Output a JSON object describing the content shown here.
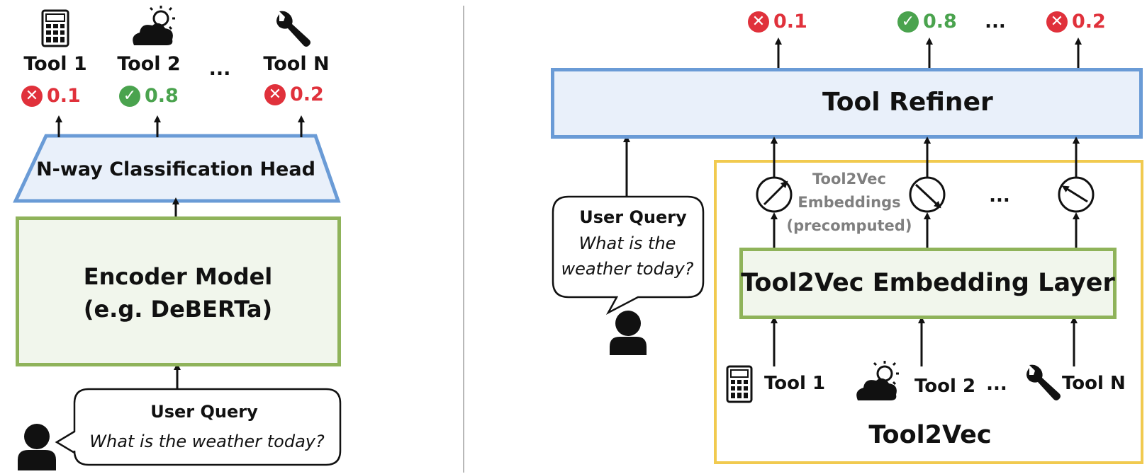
{
  "colors": {
    "red": "#e0313b",
    "green": "#4aa34e",
    "blue_border": "#6a9bd6",
    "blue_fill": "#e9f0fa",
    "green_border": "#8fb35a",
    "green_fill": "#f1f6ec",
    "yellow_border": "#f1ca4f",
    "gray_text": "#7f7f7f"
  },
  "left": {
    "tools": [
      {
        "label": "Tool 1",
        "icon": "calculator-icon",
        "score": "0.1",
        "status": "rejected"
      },
      {
        "label": "Tool 2",
        "icon": "weather-icon",
        "score": "0.8",
        "status": "accepted"
      },
      {
        "label": "Tool N",
        "icon": "wrench-icon",
        "score": "0.2",
        "status": "rejected"
      }
    ],
    "ellipsis": "...",
    "head_label": "N-way Classification Head",
    "encoder_line1": "Encoder Model",
    "encoder_line2": "(e.g. DeBERTa)",
    "query_title": "User Query",
    "query_text": "What is the weather today?"
  },
  "right": {
    "scores": [
      {
        "score": "0.1",
        "status": "rejected"
      },
      {
        "score": "0.8",
        "status": "accepted"
      },
      {
        "score": "0.2",
        "status": "rejected"
      }
    ],
    "ellipsis": "...",
    "refiner_label": "Tool Refiner",
    "embeddings_line1": "Tool2Vec",
    "embeddings_line2": "Embeddings",
    "embeddings_line3": "(precomputed)",
    "embedding_layer_label": "Tool2Vec Embedding Layer",
    "query_title": "User Query",
    "query_line1": "What is the",
    "query_line2": "weather today?",
    "tools": [
      {
        "label": "Tool 1",
        "icon": "calculator-icon"
      },
      {
        "label": "Tool 2",
        "icon": "weather-icon"
      },
      {
        "label": "Tool N",
        "icon": "wrench-icon"
      }
    ],
    "group_label": "Tool2Vec"
  }
}
